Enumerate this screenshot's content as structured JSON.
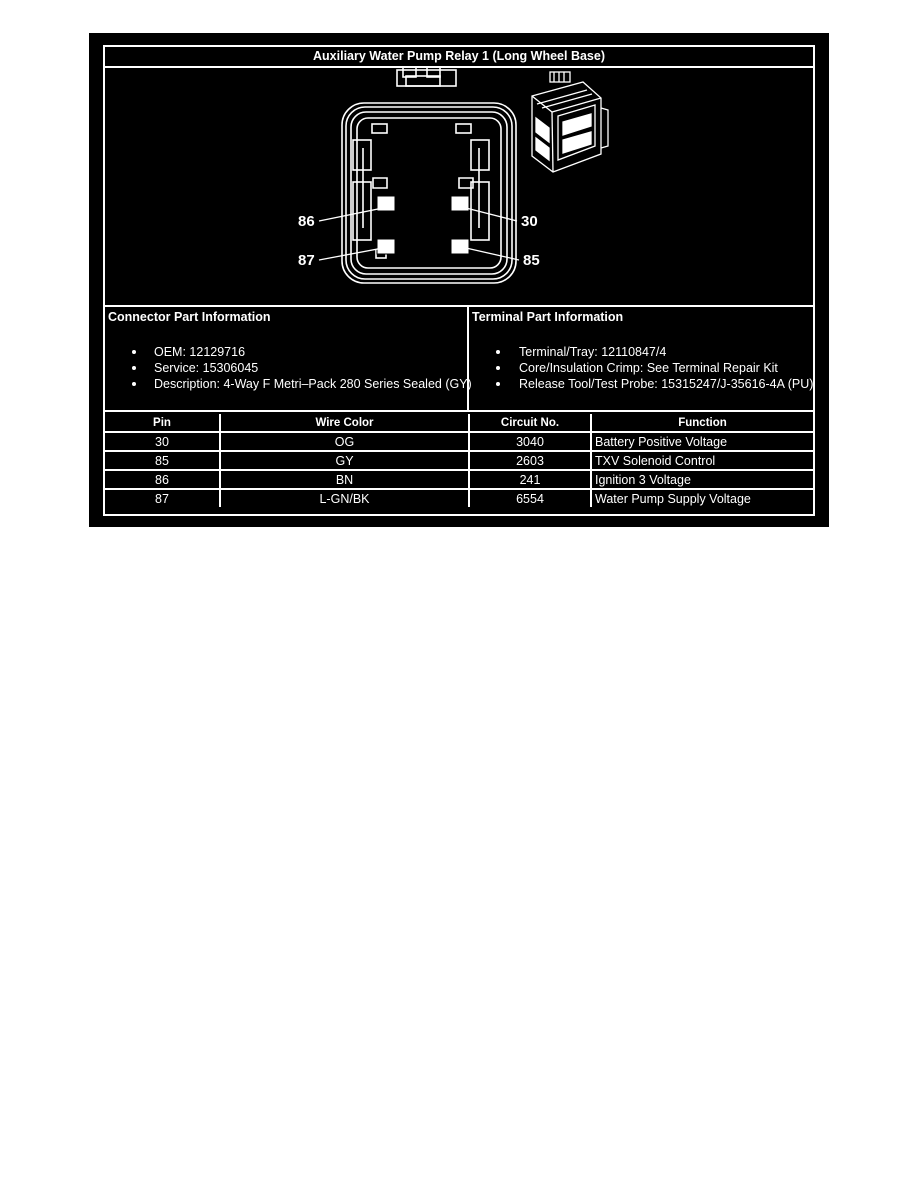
{
  "title": "Auxiliary Water Pump Relay 1 (Long Wheel Base)",
  "diagram": {
    "pin_labels": {
      "p86": "86",
      "p30": "30",
      "p87": "87",
      "p85": "85"
    }
  },
  "connector_info": {
    "heading": "Connector Part Information",
    "items": [
      "OEM: 12129716",
      "Service: 15306045",
      "Description: 4-Way F Metri–Pack 280 Series Sealed (GY)"
    ]
  },
  "terminal_info": {
    "heading": "Terminal Part Information",
    "items": [
      "Terminal/Tray: 12110847/4",
      "Core/Insulation Crimp: See Terminal Repair Kit",
      "Release Tool/Test Probe: 15315247/J-35616-4A (PU)"
    ]
  },
  "pin_table": {
    "headers": [
      "Pin",
      "Wire Color",
      "Circuit No.",
      "Function"
    ],
    "rows": [
      [
        "30",
        "OG",
        "3040",
        "Battery Positive Voltage"
      ],
      [
        "85",
        "GY",
        "2603",
        "TXV Solenoid Control"
      ],
      [
        "86",
        "BN",
        "241",
        "Ignition 3 Voltage"
      ],
      [
        "87",
        "L-GN/BK",
        "6554",
        "Water Pump Supply Voltage"
      ]
    ]
  },
  "colors": {
    "background": "#000000",
    "foreground": "#ffffff",
    "page": "#ffffff"
  }
}
